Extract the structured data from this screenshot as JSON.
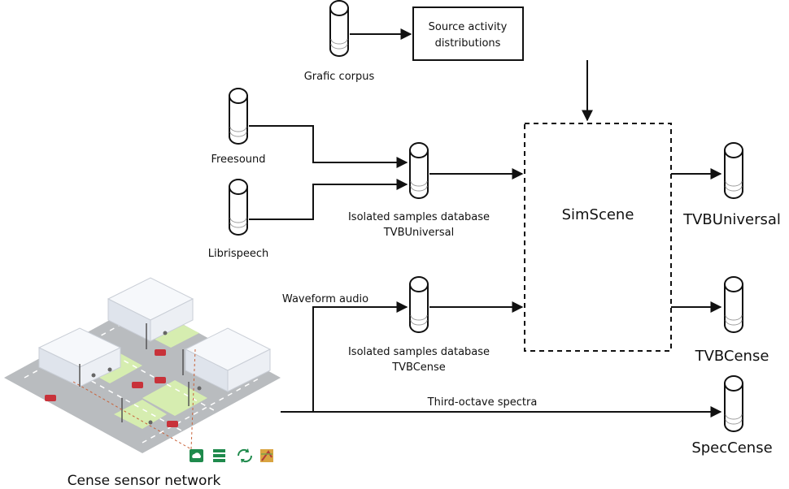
{
  "sources": {
    "grafic_corpus": "Grafic corpus",
    "freesound": "Freesound",
    "librispeech": "Librispeech"
  },
  "source_activity": {
    "line1": "Source activity",
    "line2": "distributions"
  },
  "db_universal": {
    "line1": "Isolated samples database",
    "line2": "TVBUniversal"
  },
  "db_cense": {
    "line1": "Isolated samples database",
    "line2": "TVBCense"
  },
  "simscene": "SimScene",
  "waveform_audio": "Waveform audio",
  "third_octave": "Third-octave spectra",
  "outputs": {
    "tvb_universal": "TVBUniversal",
    "tvb_cense": "TVBCense",
    "spec_cense": "SpecCense"
  },
  "sensor_network": "Cense sensor network",
  "colors": {
    "line": "#111111",
    "road": "#b9bcbf",
    "grass": "#d6edb0",
    "building": "#eef1f6",
    "car": "#c8323a",
    "cloud_icon": "#1f8a4c"
  },
  "icons": [
    "cloud-icon",
    "server-icon",
    "sync-icon",
    "map-icon"
  ]
}
